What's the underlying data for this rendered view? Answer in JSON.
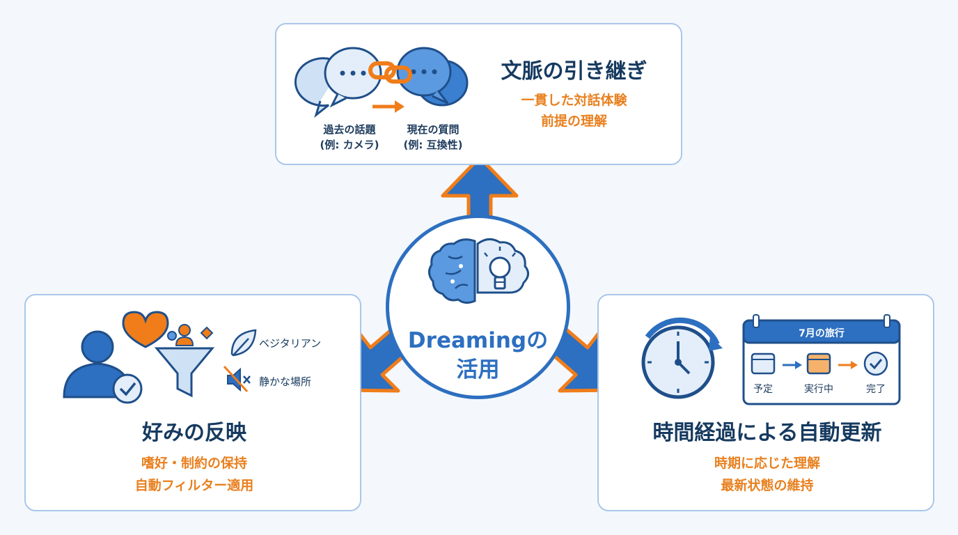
{
  "center": {
    "line1": "Dreamingの",
    "line2": "活用"
  },
  "top_card": {
    "title": "文脈の引き継ぎ",
    "sub1": "一貫した対話体験",
    "sub2": "前提の理解",
    "past_label": "過去の話題",
    "past_example": "(例: カメラ)",
    "current_label": "現在の質問",
    "current_example": "(例: 互換性)"
  },
  "left_card": {
    "title": "好みの反映",
    "sub1": "嗜好・制約の保持",
    "sub2": "自動フィルター適用",
    "tag1": "ベジタリアン",
    "tag2": "静かな場所"
  },
  "right_card": {
    "title": "時間経過による自動更新",
    "sub1": "時期に応じた理解",
    "sub2": "最新状態の維持",
    "calendar_title": "7月の旅行",
    "step1": "予定",
    "step2": "実行中",
    "step3": "完了"
  },
  "colors": {
    "blue": "#2d6fc0",
    "orange": "#f07d1a",
    "navy": "#163a5f"
  }
}
